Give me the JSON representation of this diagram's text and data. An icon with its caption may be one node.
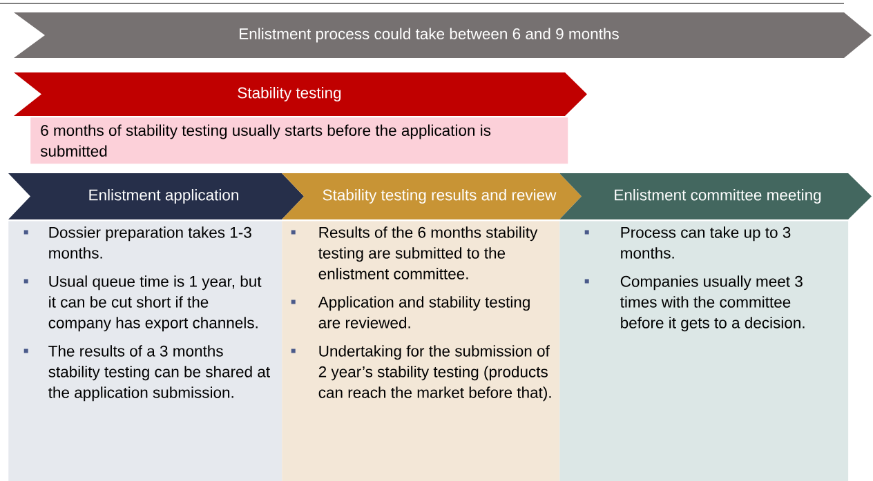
{
  "diagram": {
    "nodes": [
      {
        "text": [
          "Enlistment process could take between 6 and 9 months"
        ]
      },
      {
        "text": [
          "Stability testing"
        ]
      },
      {
        "text": [
          "6 months of stability testing usually starts before the application is submitted"
        ]
      },
      {
        "text": [
          "Enlistment application"
        ]
      },
      {
        "text": [
          "Stability testing results and review"
        ]
      },
      {
        "text": [
          "Enlistment committee meeting"
        ]
      },
      {
        "text": [
          "Dossier preparation takes 1-3 months.",
          "Usual queue time is 1 year, but it can be cut short if the company has export channels.",
          "The results of a 3 months stability testing can be shared at the application submission."
        ]
      },
      {
        "text": [
          "Results of the 6 months stability testing are submitted to the enlistment committee.",
          "Application and stability testing are reviewed.",
          "Undertaking for the submission of 2 year’s stability testing (products can reach the market before that)."
        ]
      },
      {
        "text": [
          "Process can take up to 3 months.",
          "Companies usually meet 3 times with the committee before it gets to a decision."
        ]
      }
    ],
    "edges": []
  }
}
